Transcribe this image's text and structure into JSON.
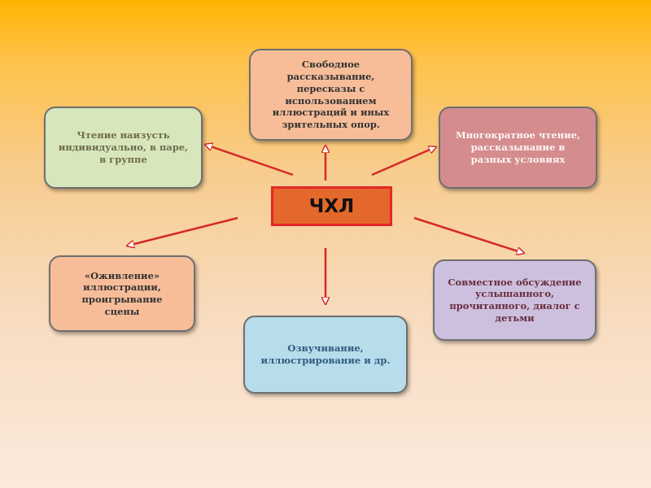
{
  "center": {
    "label": "ЧХЛ"
  },
  "boxes": {
    "top": [
      "Свободное",
      "рассказывание,",
      "пересказы с",
      "использованием",
      "иллюстраций и иных",
      "зрительных опор."
    ],
    "top_left": [
      "Чтение наизусть",
      "индивидуально, в паре,",
      "в группе"
    ],
    "top_right": [
      "Многократное чтение,",
      "рассказывание в",
      "разных условиях"
    ],
    "bottom_left": [
      "«Оживление»",
      "иллюстрации,",
      "проигрывание",
      "сцены"
    ],
    "bottom_right": [
      "Совместное обсуждение",
      "услышанного,",
      "прочитанного, диалог с",
      "детьми"
    ],
    "bottom": [
      "Озвучивание,",
      "иллюстрирование и др."
    ]
  },
  "colors": {
    "arrow": "#d42a2a",
    "center_fill": "#e4682c",
    "center_border": "#e42727"
  }
}
